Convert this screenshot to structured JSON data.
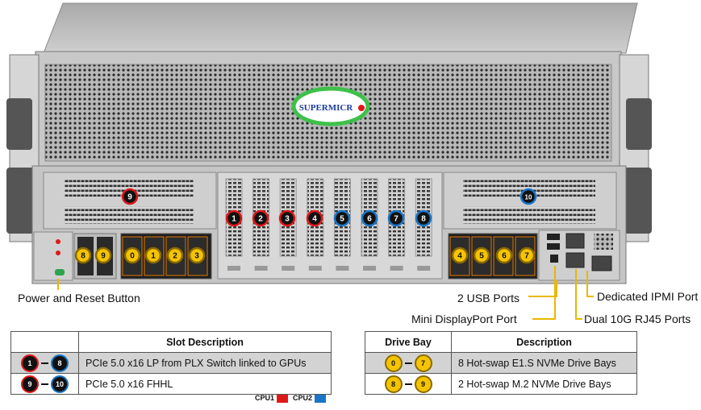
{
  "brand": {
    "logo_text": "SUPERMICR"
  },
  "callouts": {
    "power_reset": "Power and Reset Button",
    "usb": "2 USB Ports",
    "minidp": "Mini DisplayPort Port",
    "ipmi": "Dedicated IPMI Port",
    "rj45": "Dual 10G RJ45 Ports"
  },
  "slot_badges": [
    {
      "n": "1",
      "cpu": "cpu1"
    },
    {
      "n": "2",
      "cpu": "cpu1"
    },
    {
      "n": "3",
      "cpu": "cpu1"
    },
    {
      "n": "4",
      "cpu": "cpu1"
    },
    {
      "n": "5",
      "cpu": "cpu2"
    },
    {
      "n": "6",
      "cpu": "cpu2"
    },
    {
      "n": "7",
      "cpu": "cpu2"
    },
    {
      "n": "8",
      "cpu": "cpu2"
    },
    {
      "n": "9",
      "cpu": "cpu1"
    },
    {
      "n": "10",
      "cpu": "cpu2"
    }
  ],
  "drive_badges": [
    "0",
    "1",
    "2",
    "3",
    "4",
    "5",
    "6",
    "7",
    "8",
    "9"
  ],
  "slot_table": {
    "header": "Slot Description",
    "rows": [
      {
        "from": "1",
        "to": "8",
        "desc": "PCIe 5.0 x16 LP from PLX Switch linked to GPUs"
      },
      {
        "from": "9",
        "to": "10",
        "desc": "PCIe 5.0 x16 FHHL"
      }
    ]
  },
  "drive_table": {
    "header_bay": "Drive Bay",
    "header_desc": "Description",
    "rows": [
      {
        "from": "0",
        "to": "7",
        "desc": "8 Hot-swap E1.S NVMe Drive Bays"
      },
      {
        "from": "8",
        "to": "9",
        "desc": "2 Hot-swap M.2 NVMe Drive Bays"
      }
    ]
  },
  "legend": {
    "cpu1": "CPU1",
    "cpu2": "CPU2"
  },
  "colors": {
    "cpu1": "#e01818",
    "cpu2": "#1a76c8",
    "drive": "#f5c400",
    "callout_line": "#e8b800"
  }
}
